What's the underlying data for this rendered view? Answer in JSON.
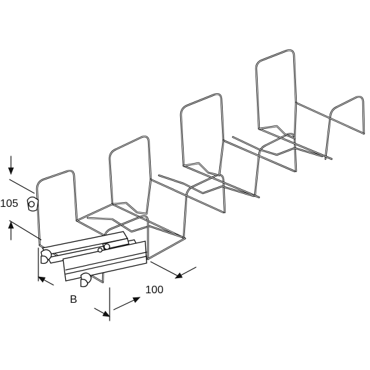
{
  "drawing": {
    "labels": {
      "height": "105",
      "width": "B",
      "section_length": "100"
    }
  }
}
